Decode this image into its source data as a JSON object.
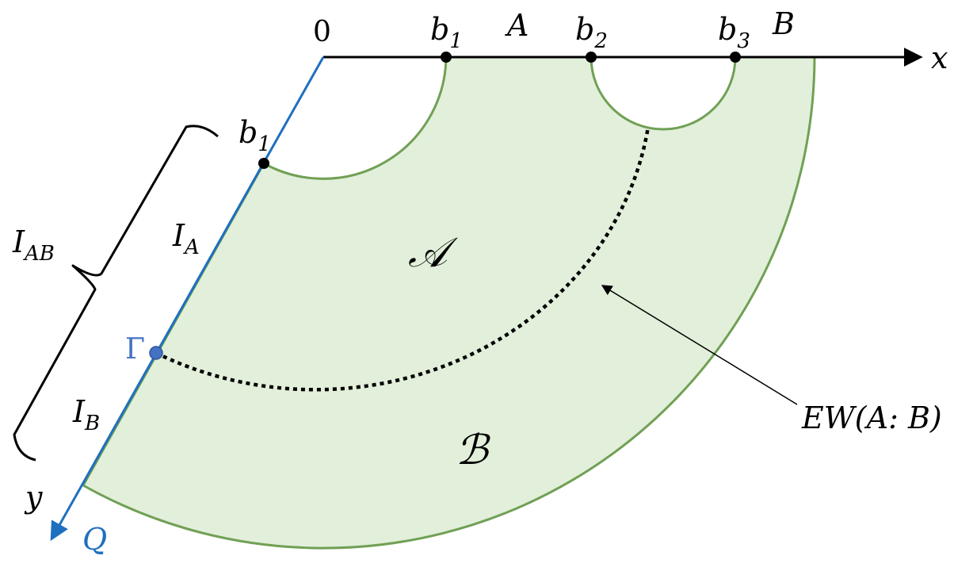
{
  "colors": {
    "region_fill": "#e2efda",
    "region_stroke": "#70a055",
    "x_axis": "#000000",
    "y_axis": "#1f6fbf",
    "gamma_point": "#4472c4",
    "dashed_curve": "#000000"
  },
  "labels": {
    "origin": "0",
    "x_axis": "x",
    "y_axis": "y",
    "q_label": "Q",
    "interval_a": "A",
    "interval_b": "B",
    "b1_x": {
      "base": "b",
      "sub": "1"
    },
    "b2_x": {
      "base": "b",
      "sub": "2"
    },
    "b3_x": {
      "base": "b",
      "sub": "3"
    },
    "b1_y": {
      "base": "b",
      "sub": "1"
    },
    "i_ab": {
      "base": "I",
      "sub": "AB"
    },
    "i_a": {
      "base": "I",
      "sub": "A"
    },
    "i_b": {
      "base": "I",
      "sub": "B"
    },
    "gamma": "Γ",
    "region_a": "𝒜",
    "region_b": "ℬ",
    "ew": "EW(A: B)"
  }
}
